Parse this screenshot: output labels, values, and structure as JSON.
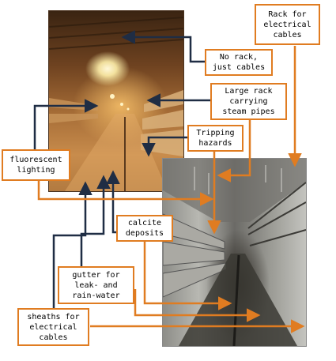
{
  "labels": {
    "rack_electrical": "Rack for\nelectrical\ncables",
    "no_rack": "No rack,\njust cables",
    "large_rack": "Large rack\ncarrying\nsteam pipes",
    "tripping": "Tripping\nhazards",
    "fluorescent": "fluorescent\nlighting",
    "calcite": "calcite\ndeposits",
    "gutter": "gutter for\nleak- and\nrain-water",
    "sheaths": "sheaths for\nelectrical\ncables"
  },
  "colors": {
    "callout_border": "#e07c21",
    "leader_dark": "#1f2d44",
    "leader_orange": "#e07c21"
  }
}
